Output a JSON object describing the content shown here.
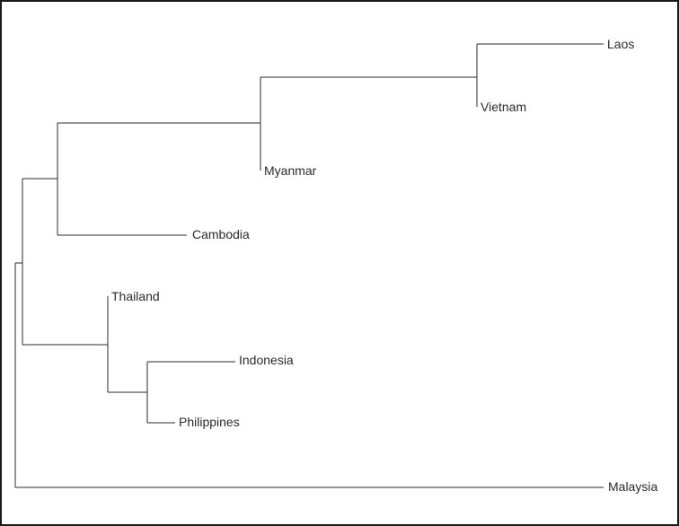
{
  "tree": {
    "leaves": [
      {
        "id": "laos",
        "label": "Laos"
      },
      {
        "id": "vietnam",
        "label": "Vietnam"
      },
      {
        "id": "myanmar",
        "label": "Myanmar"
      },
      {
        "id": "cambodia",
        "label": "Cambodia"
      },
      {
        "id": "thailand",
        "label": "Thailand"
      },
      {
        "id": "indonesia",
        "label": "Indonesia"
      },
      {
        "id": "philippines",
        "label": "Philippines"
      },
      {
        "id": "malaysia",
        "label": "Malaysia"
      }
    ]
  }
}
